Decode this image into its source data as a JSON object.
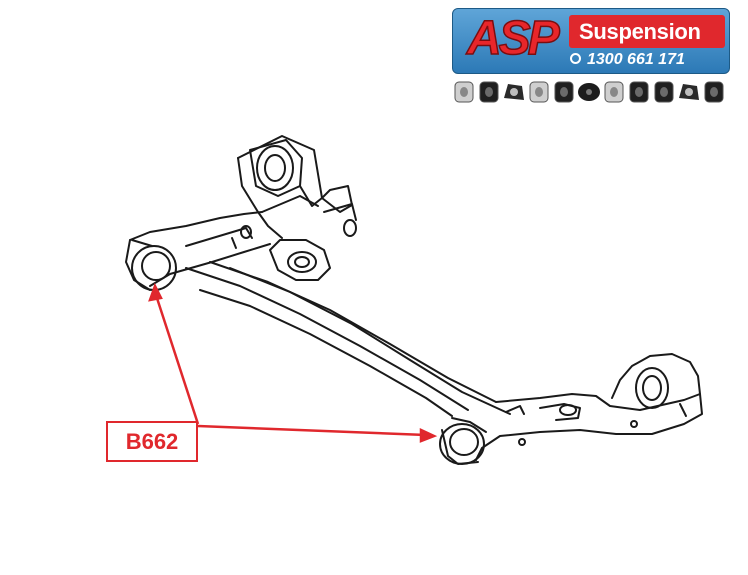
{
  "logo": {
    "brand_letters": "ASP",
    "brand_word": "Suspension",
    "phone": "1300 661 171",
    "colors": {
      "red": "#e0282d",
      "blue": "#2c79b6",
      "dark": "#1a1a1a"
    },
    "product_icons": [
      "bush-icon",
      "bush-icon",
      "bracket-icon",
      "bush-icon",
      "bush-icon",
      "mount-icon",
      "bush-icon",
      "bush-icon",
      "bush-icon",
      "bracket-icon",
      "bush-icon"
    ]
  },
  "callout": {
    "part_number": "B662",
    "color": "#e0282d"
  }
}
